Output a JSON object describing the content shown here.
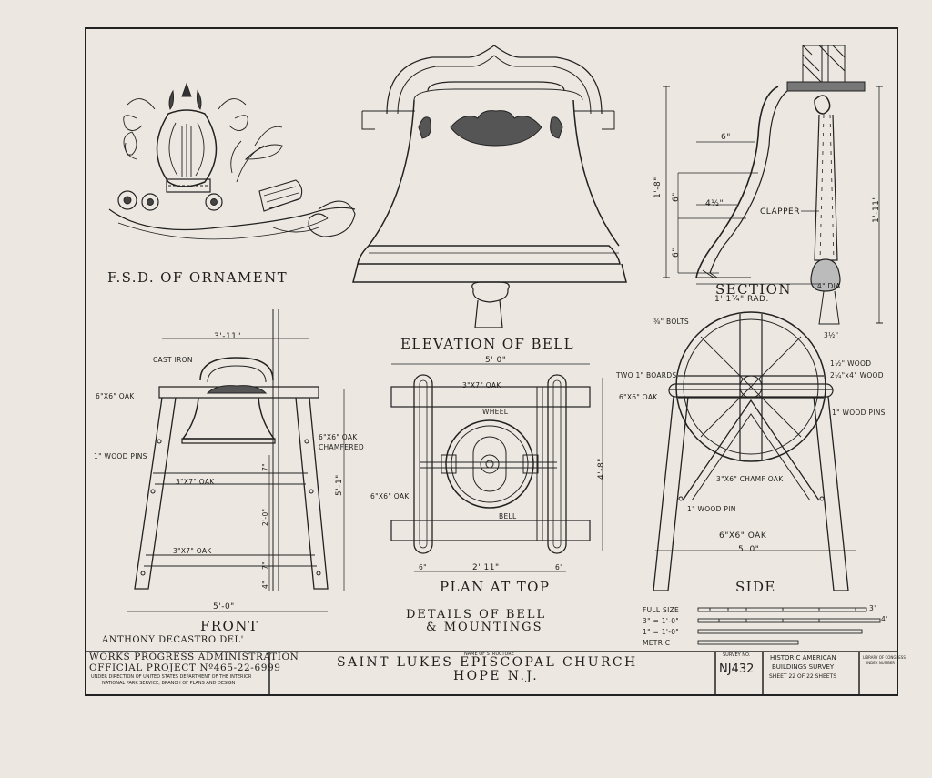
{
  "ornament": {
    "caption": "F.S.D. OF ORNAMENT"
  },
  "elevation": {
    "caption": "ELEVATION OF BELL"
  },
  "section": {
    "caption": "SECTION",
    "radius": "1' 1¾\" RAD.",
    "dim_height": "1'-8\"",
    "dim_total": "1'-11\"",
    "dim_6_top": "6\"",
    "dim_6_mid": "6\"",
    "dim_6_low": "6\"",
    "dim_4_5": "4½\"",
    "clapper": "CLAPPER",
    "dia": "4\" DIA.",
    "dim_bottom": "3½\""
  },
  "front": {
    "caption": "FRONT",
    "dim_top": "3'-11\"",
    "cast_iron": "CAST IRON",
    "oak_6x6": "6\"X6\" OAK",
    "oak_chamfered_1": "6\"X6\" OAK",
    "oak_chamfered_2": "CHAMFERED",
    "wood_pins": "1\" WOOD PINS",
    "oak_3x7_a": "3\"X7\" OAK",
    "oak_3x7_b": "3\"X7\" OAK",
    "dim_total": "5'-1\"",
    "dim_2_0": "2'-0\"",
    "dim_7a": "7\"",
    "dim_7b": "7\"",
    "dim_4": "4\"",
    "dim_bottom": "5'-0\""
  },
  "plan": {
    "caption": "PLAN AT TOP",
    "dim_top": "5' 0\"",
    "oak_3x7": "3\"X7\" OAK",
    "wheel": "WHEEL",
    "oak_6x6": "6\"X6\" OAK",
    "bell": "BELL",
    "dim_right": "4'-8\"",
    "dim_left": "6\"",
    "dim_mid": "2' 11\"",
    "dim_right_small": "6\""
  },
  "side": {
    "caption": "SIDE",
    "bolts": "⅜\" BOLTS",
    "two_boards": "TWO 1\" BOARDS",
    "wood_12": "1½\" WOOD",
    "wood_2x4": "2¼\"x4\" WOOD",
    "oak_6x6": "6\"X6\" OAK",
    "wood_pins": "1\" WOOD PINS",
    "champ_oak": "3\"X6\" CHAMF OAK",
    "wood_pin": "1\" WOOD PIN",
    "oak_6x6_b": "6\"X6\" OAK",
    "dim_bottom": "5' 0\""
  },
  "details": {
    "line1": "DETAILS OF BELL",
    "line2": "& MOUNTINGS"
  },
  "delineator": "ANTHONY DECASTRO DEL'",
  "scales": {
    "full_size": "FULL SIZE",
    "three_inch": "3\" = 1'-0\"",
    "one_inch": "1\" = 1'-0\"",
    "metric": "METRIC",
    "end_3": "3\"",
    "end_4": "4'"
  },
  "title_block": {
    "wpa": "WORKS PROGRESS ADMINISTRATION",
    "project": "OFFICIAL PROJECT Nº465-22-6999",
    "under1": "UNDER DIRECTION OF UNITED STATES DEPARTMENT OF THE INTERIOR",
    "under2": "NATIONAL PARK SERVICE, BRANCH OF PLANS AND DESIGN",
    "name_label": "NAME OF STRUCTURE",
    "structure": "SAINT LUKES EPISCOPAL CHURCH",
    "location": "HOPE N.J.",
    "survey_label": "SURVEY NO.",
    "survey_no": "NJ432",
    "habs1": "HISTORIC AMERICAN",
    "habs2": "BUILDINGS SURVEY",
    "sheet": "SHEET 22 OF 22 SHEETS",
    "loc1": "LIBRARY OF CONGRESS",
    "loc2": "INDEX NUMBER"
  }
}
